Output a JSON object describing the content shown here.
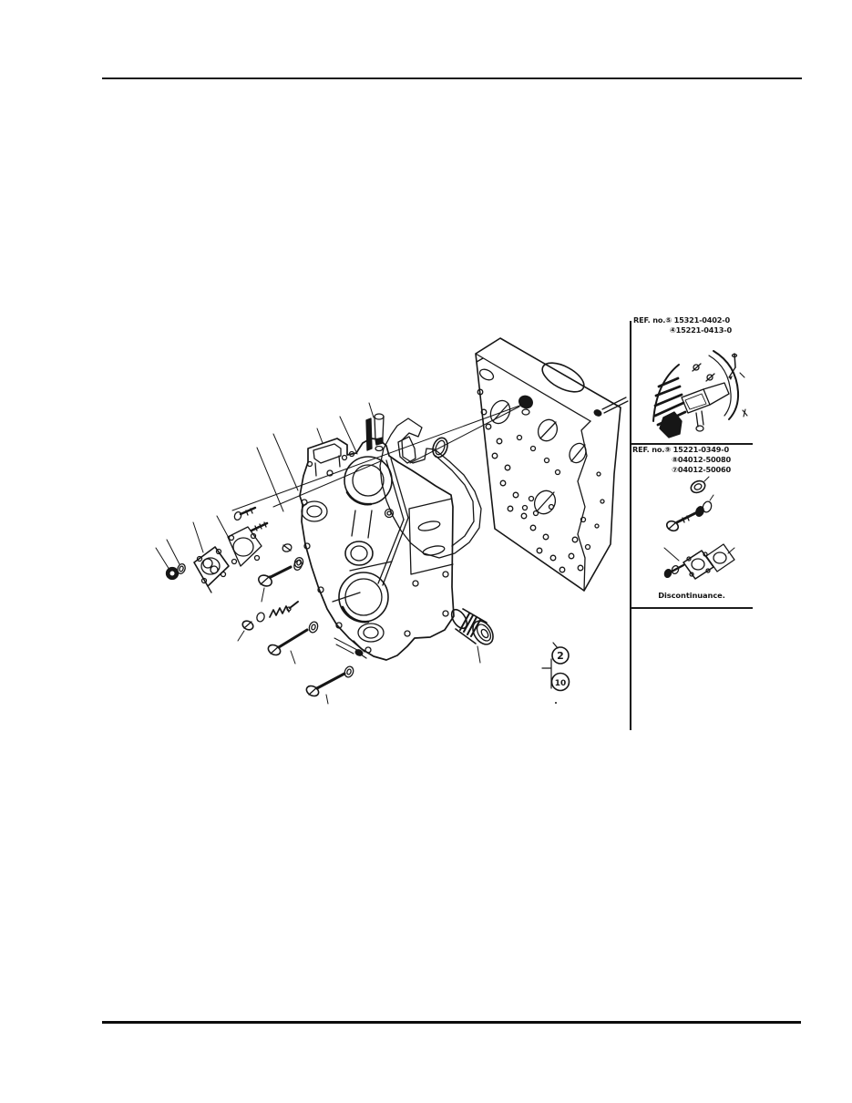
{
  "ink": "#161616",
  "sidebar": {
    "ref_box_top": {
      "line1": "REF. no.⑤ 15321-0402-0",
      "line2": "④15221-0413-0"
    },
    "ref_box_bottom": {
      "line1": "REF. no.⑨ 15221-0349-0",
      "line2": "⑧04012-50080",
      "line3": "⑦04012-50060",
      "note": "Discontinuance."
    }
  },
  "callouts": {
    "upper": "2",
    "lower": "10"
  }
}
